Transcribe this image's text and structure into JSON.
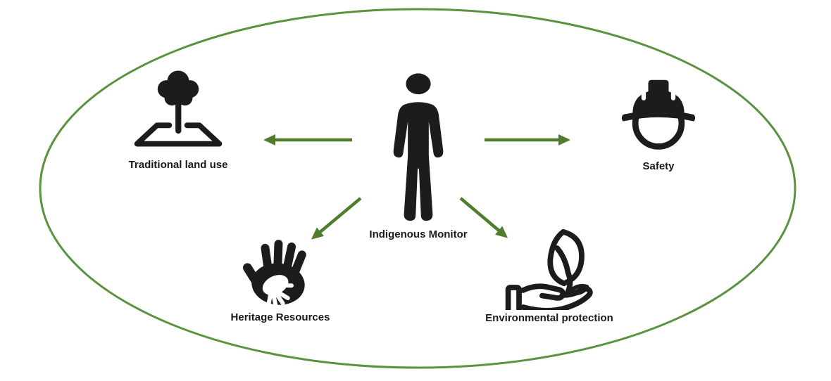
{
  "diagram": {
    "center": {
      "label": "Indigenous Monitor",
      "icon": "person-icon"
    },
    "nodes": [
      {
        "id": "traditional-land-use",
        "label": "Traditional land use",
        "icon": "tree-on-land-icon",
        "direction": "left"
      },
      {
        "id": "safety",
        "label": "Safety",
        "icon": "hard-hat-icon",
        "direction": "right"
      },
      {
        "id": "heritage-resources",
        "label": "Heritage Resources",
        "icon": "hand-in-hand-icon",
        "direction": "down-left"
      },
      {
        "id": "environmental-protection",
        "label": "Environmental protection",
        "icon": "hand-holding-leaf-icon",
        "direction": "down-right"
      }
    ],
    "colors": {
      "background": "#ffffff",
      "ellipse_stroke": "#5b9240",
      "arrow": "#4f7d2d",
      "icon": "#1c1c1c",
      "text": "#1a1a1a"
    }
  }
}
